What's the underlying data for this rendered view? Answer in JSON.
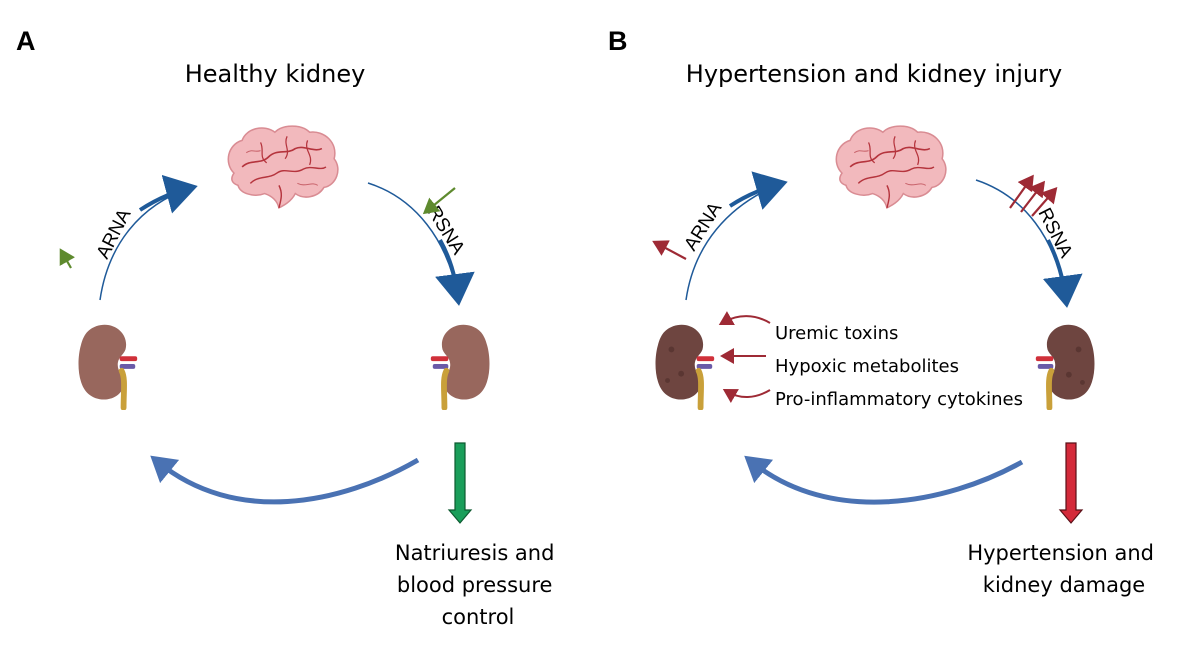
{
  "panels": [
    {
      "letter": "A",
      "title": "Healthy kidney",
      "afferent": "ARNA",
      "efferent": "RSNA",
      "outcome": [
        "Natriuresis and",
        "blood pressure",
        "control"
      ]
    },
    {
      "letter": "B",
      "title": "Hypertension and kidney injury",
      "afferent": "ARNA",
      "efferent": "RSNA",
      "factors": [
        "Uremic toxins",
        "Hypoxic metabolites",
        "Pro-inflammatory cytokines"
      ],
      "outcome": [
        "Hypertension and",
        "kidney damage"
      ]
    }
  ],
  "colors": {
    "cycle_arrow": "#1f5a99",
    "return_arrow": "#4a72b3",
    "healthy_signal": "#5e8a2e",
    "injury_signal": "#9e2a35",
    "healthy_outcome_arrow": "#1a9e5a",
    "injury_outcome_arrow": "#d42a3a",
    "brain": "#f2b9bd",
    "brain_vessels": "#b5343d",
    "kidney_healthy": "#98675d",
    "kidney_injured": "#6e4540",
    "ureter": "#c9a03a"
  },
  "icons": [
    "brain-icon",
    "kidney-icon"
  ]
}
